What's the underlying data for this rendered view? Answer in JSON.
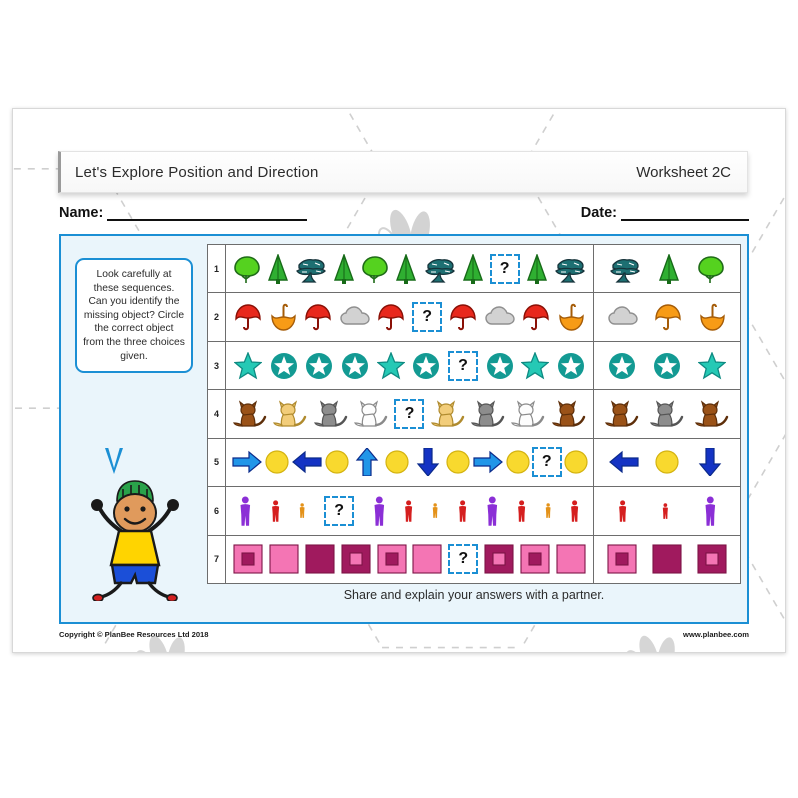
{
  "header": {
    "title": "Let's Explore Position and Direction",
    "worksheet": "Worksheet 2C"
  },
  "fields": {
    "name_label": "Name:",
    "date_label": "Date:"
  },
  "instructions": {
    "bubble_text": "Look carefully at these sequences. Can you identify the missing object? Circle the correct object from the three choices given."
  },
  "panel_footer": "Share and explain your answers with a partner.",
  "footer": {
    "copyright": "Copyright © PlanBee Resources Ltd 2018",
    "website": "www.planbee.com"
  },
  "question_mark": "?",
  "colors": {
    "panel_border": "#1b8fd4",
    "panel_fill": "#eaf5fb",
    "qbox_border": "#1b8fd4",
    "tree_round": "#55d21f",
    "tree_pine": "#2faf31",
    "tree_bonsai": "#1d6f72",
    "umbrella_red": "#e8281c",
    "umbrella_orange": "#f79b16",
    "cloud_grey": "#d2d2d2",
    "star_turquoise": "#25c9b5",
    "circle_teal": "#139a93",
    "cat_brown": "#9a5218",
    "cat_tan": "#f2cd7a",
    "cat_grey": "#8d8d8d",
    "cat_white": "#fdfdfd",
    "arrow_light": "#2196e8",
    "arrow_dark": "#1433c4",
    "circle_yellow": "#f8d92e",
    "person_purple": "#8b2fd6",
    "person_red": "#d51f1f",
    "person_orange": "#e49219",
    "square_pink": "#f475b4",
    "square_magenta": "#a01a5e"
  },
  "rows": [
    {
      "number": "1",
      "theme": "trees",
      "sequence": [
        "round",
        "pine",
        "bonsai",
        "pine",
        "round",
        "pine",
        "bonsai",
        "pine",
        "?",
        "pine",
        "bonsai"
      ],
      "choices": [
        "bonsai",
        "pine",
        "round"
      ]
    },
    {
      "number": "2",
      "theme": "umbrellas",
      "sequence": [
        "red",
        "orange-down",
        "red",
        "cloud",
        "red",
        "?",
        "red",
        "cloud",
        "red",
        "orange-down"
      ],
      "choices": [
        "cloud",
        "orange-up",
        "orange-down"
      ]
    },
    {
      "number": "3",
      "theme": "stars",
      "sequence": [
        "star",
        "circle",
        "circle",
        "circle",
        "star",
        "circle",
        "?",
        "circle",
        "star",
        "circle"
      ],
      "choices": [
        "circle",
        "circle",
        "star"
      ]
    },
    {
      "number": "4",
      "theme": "cats",
      "sequence": [
        "brown",
        "tan",
        "grey",
        "white",
        "?",
        "tan",
        "grey",
        "white",
        "brown"
      ],
      "choices": [
        "brown",
        "grey",
        "brown"
      ]
    },
    {
      "number": "5",
      "theme": "arrows",
      "sequence": [
        "right",
        "dot",
        "left",
        "dot",
        "up",
        "dot",
        "down",
        "dot",
        "right",
        "dot",
        "?",
        "dot"
      ],
      "choices": [
        "left",
        "dot",
        "down"
      ]
    },
    {
      "number": "6",
      "theme": "people",
      "sequence": [
        "purple",
        "red",
        "orange",
        "?",
        "purple",
        "red",
        "orange",
        "red",
        "purple",
        "red",
        "orange",
        "red"
      ],
      "choices": [
        "red",
        "red-small",
        "purple"
      ]
    },
    {
      "number": "7",
      "theme": "squares",
      "sequence": [
        "pink-dark",
        "pink",
        "magenta",
        "magenta-pink",
        "pink-dark",
        "pink",
        "?",
        "magenta-pink",
        "pink-dark",
        "pink"
      ],
      "choices": [
        "pink-dark",
        "magenta",
        "magenta-pink"
      ]
    }
  ]
}
